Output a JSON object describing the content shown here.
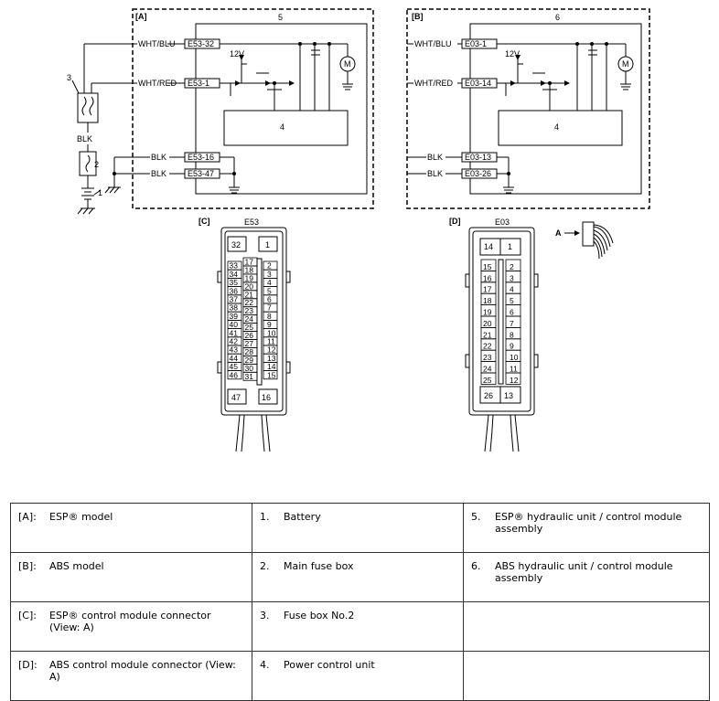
{
  "diagram": {
    "panel_a": {
      "tag": "[A]",
      "unit_no": "5",
      "pcu_no": "4",
      "volt": "12V",
      "terminals": [
        "E53-32",
        "E53-1",
        "E53-16",
        "E53-47"
      ]
    },
    "panel_b": {
      "tag": "[B]",
      "unit_no": "6",
      "pcu_no": "4",
      "volt": "12V",
      "terminals": [
        "E03-1",
        "E03-14",
        "E03-13",
        "E03-26"
      ]
    },
    "wires": {
      "wht_blu": "WHT/BLU",
      "wht_red": "WHT/RED",
      "blk": "BLK"
    },
    "callouts": {
      "fuse_box_no2": "3",
      "main_fuse": "2",
      "battery": "1"
    },
    "motor": "M",
    "connector_c": {
      "tag": "[C]",
      "name": "E53",
      "top_pins": [
        "32",
        "1"
      ],
      "left_pins": [
        "33",
        "34",
        "35",
        "36",
        "37",
        "38",
        "39",
        "40",
        "41",
        "42",
        "43",
        "44",
        "45",
        "46"
      ],
      "middle_pins": [
        "17",
        "18",
        "19",
        "20",
        "21",
        "22",
        "23",
        "24",
        "25",
        "26",
        "27",
        "28",
        "29",
        "30",
        "31"
      ],
      "right_pins": [
        "2",
        "3",
        "4",
        "5",
        "6",
        "7",
        "8",
        "9",
        "10",
        "11",
        "12",
        "13",
        "14",
        "15"
      ],
      "bottom_pins": [
        "47",
        "16"
      ]
    },
    "connector_d": {
      "tag": "[D]",
      "name": "E03",
      "top_pins": [
        "14",
        "1"
      ],
      "left_pins": [
        "15",
        "16",
        "17",
        "18",
        "19",
        "20",
        "21",
        "22",
        "23",
        "24",
        "25"
      ],
      "right_pins": [
        "2",
        "3",
        "4",
        "5",
        "6",
        "7",
        "8",
        "9",
        "10",
        "11",
        "12"
      ],
      "bottom_pins": [
        "26",
        "13"
      ]
    },
    "view_label": "A"
  },
  "legend": {
    "rows": [
      [
        {
          "key": "[A]:",
          "text": "ESP® model"
        },
        {
          "key": "1.",
          "text": "Battery"
        },
        {
          "key": "5.",
          "text": "ESP® hydraulic unit / control module assembly"
        }
      ],
      [
        {
          "key": "[B]:",
          "text": "ABS model"
        },
        {
          "key": "2.",
          "text": "Main fuse box"
        },
        {
          "key": "6.",
          "text": "ABS hydraulic unit / control module assembly"
        }
      ],
      [
        {
          "key": "[C]:",
          "text": "ESP® control module connector (View: A)"
        },
        {
          "key": "3.",
          "text": "Fuse box No.2"
        },
        {
          "key": "",
          "text": ""
        }
      ],
      [
        {
          "key": "[D]:",
          "text": "ABS control module connector (View: A)"
        },
        {
          "key": "4.",
          "text": "Power control unit"
        },
        {
          "key": "",
          "text": ""
        }
      ]
    ]
  }
}
